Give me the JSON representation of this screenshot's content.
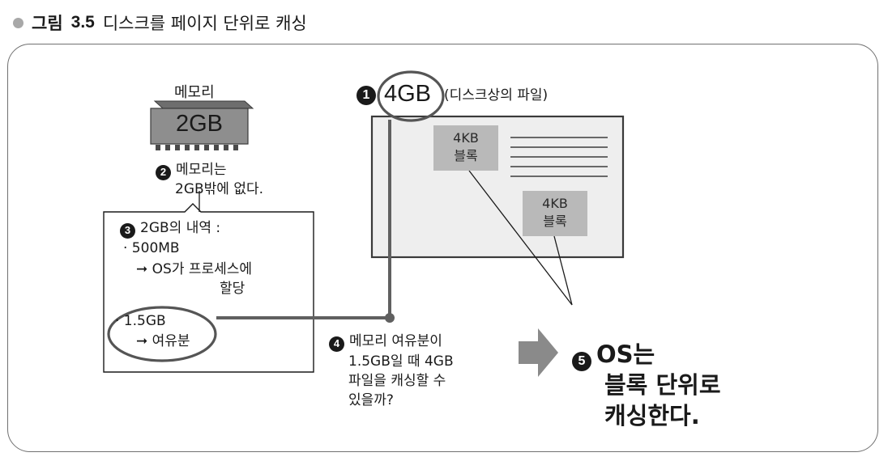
{
  "figure": {
    "label": "그림",
    "number": "3.5",
    "caption": "디스크를 페이지 단위로 캐싱"
  },
  "memory": {
    "title": "메모리",
    "size": "2GB"
  },
  "steps": {
    "s1": {
      "num": "1",
      "size": "4GB",
      "desc": "(디스크상의 파일)"
    },
    "s2": {
      "num": "2",
      "line1": "메모리는",
      "line2": "2GB밖에 없다."
    },
    "s3": {
      "num": "3",
      "heading": "2GB의 내역 :",
      "item1": "· 500MB",
      "item1_sub1": "➞ OS가 프로세스에",
      "item1_sub2": "할당",
      "item2": "· 1.5GB",
      "item2_sub": "➞ 여유분"
    },
    "s4": {
      "num": "4",
      "line1": "메모리 여유분이",
      "line2": "1.5GB일 때 4GB",
      "line3": "파일을 캐싱할 수",
      "line4": "있을까?"
    },
    "s5": {
      "num": "5",
      "line1": "OS는",
      "line2": "블록 단위로",
      "line3": "캐싱한다."
    }
  },
  "blocks": [
    {
      "size": "4KB",
      "label": "블록"
    },
    {
      "size": "4KB",
      "label": "블록"
    }
  ],
  "colors": {
    "chip": "#8e8e8e",
    "block": "#b9b9b9",
    "file_border": "#3a3a3a",
    "arrow": "#8a8a8a",
    "connector": "#606060"
  }
}
